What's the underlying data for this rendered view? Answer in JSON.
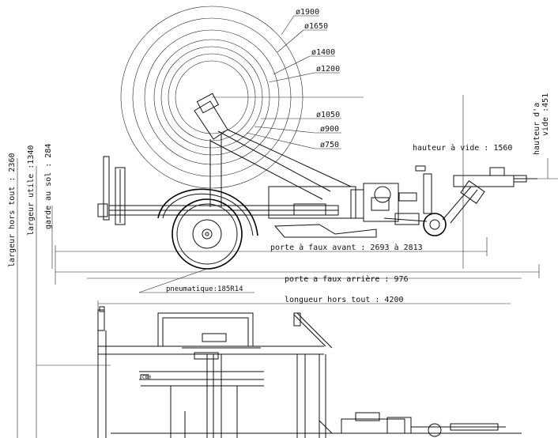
{
  "drum_diameters": {
    "d1900": "ø1900",
    "d1650": "ø1650",
    "d1400": "ø1400",
    "d1200": "ø1200",
    "d1050": "ø1050",
    "d900": "ø900",
    "d750": "ø750"
  },
  "dimensions": {
    "hauteur_a_vide": "hauteur à vide : 1560",
    "hauteur_da_vide_line1": "hauteur d'a",
    "hauteur_da_vide_line2": "vide :451",
    "largeur_hors_tout": "largeur hors tout : 2360",
    "largeur_utile": "largeur utile :1340",
    "garde_au_sol": "garde au sol : 284",
    "porte_faux_avant": "porte à faux avant : 2693 à 2813",
    "porte_faux_arriere": "porte a faux arrière : 976",
    "pneumatique": "pneumatique:185R14",
    "longueur_hors_tout": "longueur hors tout : 4200"
  },
  "small_label": "CBH"
}
